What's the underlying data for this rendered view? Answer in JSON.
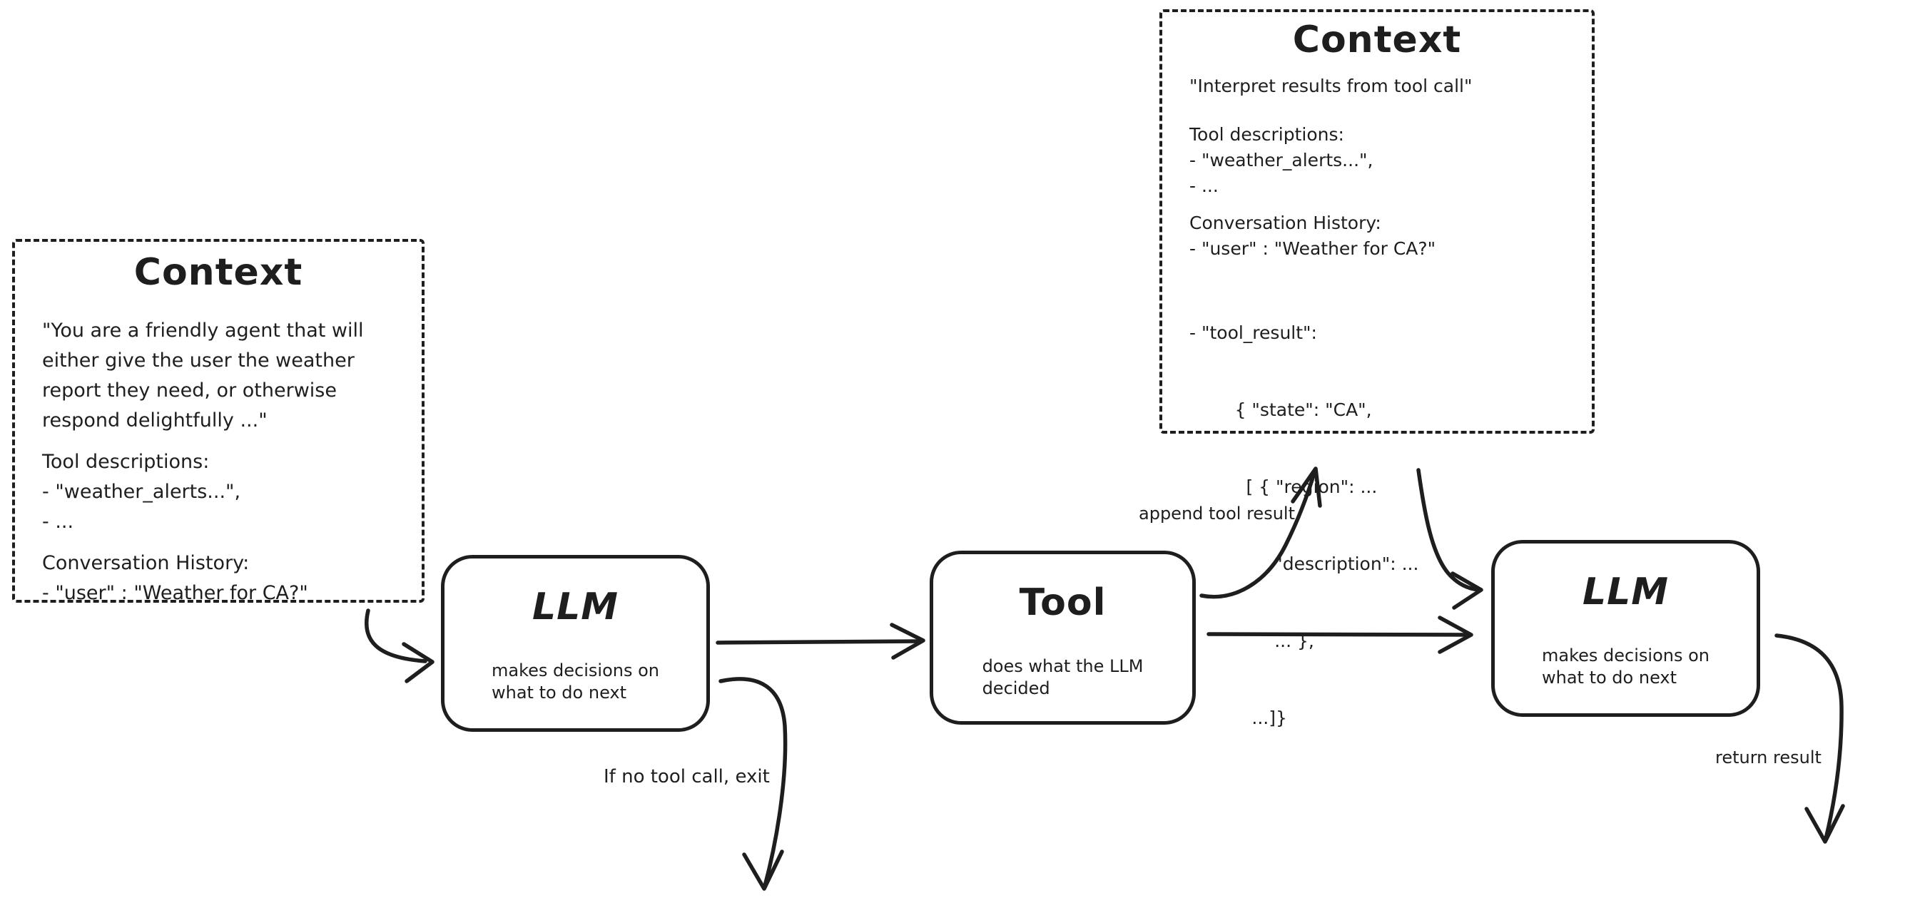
{
  "canvas": {
    "ink": "#1e1e1e",
    "background": "#ffffff"
  },
  "context_left": {
    "title": "Context",
    "para": [
      "\"You are a friendly agent that will",
      "either give the user the weather",
      "report they need, or otherwise",
      "respond delightfully ...\""
    ],
    "tool_desc_header": "Tool descriptions:",
    "tool_desc_items": [
      "- \"weather_alerts...\",",
      "- ..."
    ],
    "conv_header": "Conversation History:",
    "conv_item": "- \"user\" : \"Weather for CA?\""
  },
  "context_top": {
    "title": "Context",
    "intro": "\"Interpret results from tool call\"",
    "tool_desc_header": "Tool descriptions:",
    "tool_desc_items": [
      "- \"weather_alerts...\",",
      "- ..."
    ],
    "conv_header": "Conversation History:",
    "conv_item": "- \"user\" : \"Weather for CA?\"",
    "tool_result_lines": [
      "- \"tool_result\":",
      "        { \"state\": \"CA\",",
      "          [ { \"region\": ...",
      "               \"description\": ...",
      "               ... },",
      "           ...]}"
    ]
  },
  "nodes": {
    "llm1": {
      "title": "LLM",
      "subtitle": "makes decisions on\nwhat to do next"
    },
    "tool": {
      "title": "Tool",
      "subtitle": "does what the LLM\ndecided"
    },
    "llm2": {
      "title": "LLM",
      "subtitle": "makes decisions on\nwhat to do next"
    }
  },
  "edge_labels": {
    "append_tool_result": "append tool result",
    "if_no_tool_call": "If no tool call, exit",
    "return_result": "return result"
  }
}
